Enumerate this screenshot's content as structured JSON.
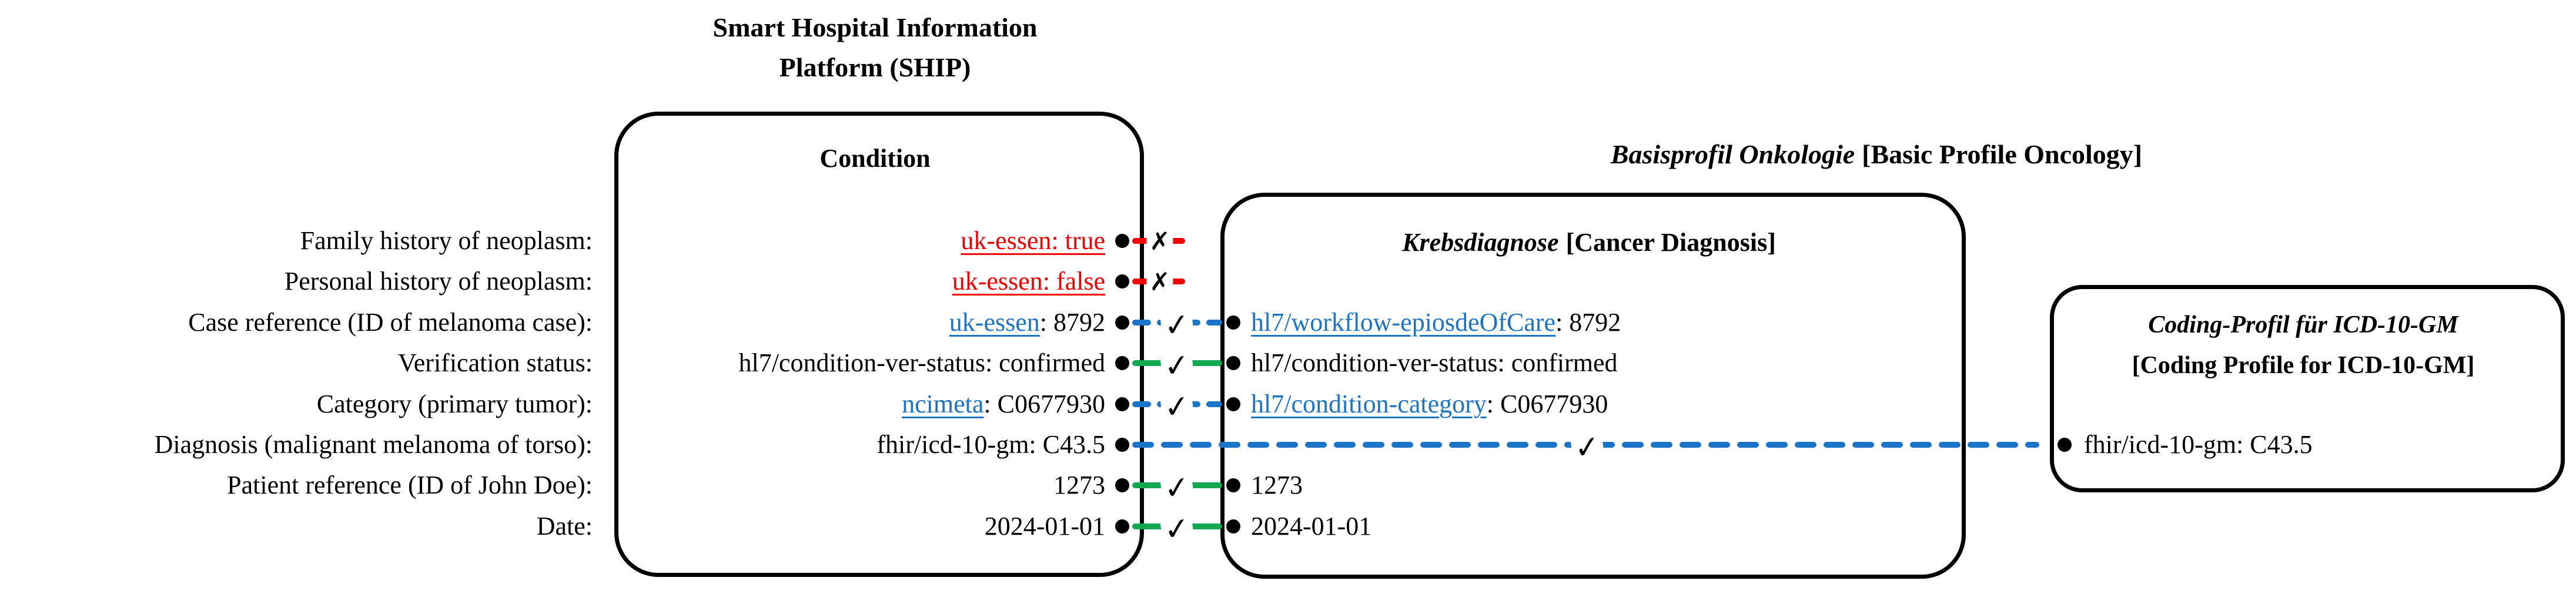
{
  "titles": {
    "ship": {
      "line1": "Smart Hospital Information",
      "line2": "Platform (SHIP)"
    },
    "basisprofil": {
      "de": "Basisprofil Onkologie",
      "en": "[Basic Profile Oncology]"
    }
  },
  "boxes": {
    "ship": {
      "header": "Condition"
    },
    "krebs": {
      "header_de": "Krebsdiagnose",
      "header_en": "[Cancer Diagnosis]"
    },
    "coding": {
      "title_de": "Coding-Profil für ICD-10-GM",
      "title_en": "[Coding Profile for ICD-10-GM]"
    }
  },
  "colors": {
    "red": "#F40000",
    "green": "#12A84F",
    "blue": "#1B74C8",
    "black": "#000000"
  },
  "rows": [
    {
      "label": "Family history of neoplasm:",
      "ship": {
        "link": "uk-essen: true",
        "rest": ""
      },
      "connector": {
        "color": "red",
        "style": "dashed",
        "mark": "✗",
        "meaning": "no mapping"
      },
      "target": null
    },
    {
      "label": "Personal history of neoplasm:",
      "ship": {
        "link": "uk-essen: false",
        "rest": ""
      },
      "connector": {
        "color": "red",
        "style": "dashed",
        "mark": "✗",
        "meaning": "no mapping"
      },
      "target": null
    },
    {
      "label": "Case reference (ID of melanoma case):",
      "ship": {
        "link": "uk-essen",
        "rest": ": 8792"
      },
      "connector": {
        "color": "blue",
        "style": "dashed",
        "mark": "✓",
        "meaning": "mapped"
      },
      "target": {
        "box": "krebs",
        "link": "hl7/workflow-epiosdeOfCare",
        "rest": ": 8792"
      }
    },
    {
      "label": "Verification status:",
      "ship": {
        "link": "",
        "rest": "hl7/condition-ver-status: confirmed"
      },
      "connector": {
        "color": "green",
        "style": "solid",
        "mark": "✓",
        "meaning": "identical"
      },
      "target": {
        "box": "krebs",
        "link": "",
        "rest": "hl7/condition-ver-status: confirmed"
      }
    },
    {
      "label": "Category (primary tumor):",
      "ship": {
        "link": "ncimeta",
        "rest": ": C0677930"
      },
      "connector": {
        "color": "blue",
        "style": "dashed",
        "mark": "✓",
        "meaning": "mapped"
      },
      "target": {
        "box": "krebs",
        "link": "hl7/condition-category",
        "rest": ": C0677930"
      }
    },
    {
      "label": "Diagnosis (malignant melanoma of torso):",
      "ship": {
        "link": "",
        "rest": "fhir/icd-10-gm: C43.5"
      },
      "connector": {
        "color": "blue",
        "style": "dashed",
        "mark": "✓",
        "meaning": "mapped"
      },
      "target": {
        "box": "coding",
        "link": "",
        "rest": "fhir/icd-10-gm: C43.5"
      }
    },
    {
      "label": "Patient reference (ID of John Doe):",
      "ship": {
        "link": "",
        "rest": "1273"
      },
      "connector": {
        "color": "green",
        "style": "solid",
        "mark": "✓",
        "meaning": "identical"
      },
      "target": {
        "box": "krebs",
        "link": "",
        "rest": "1273"
      }
    },
    {
      "label": "Date:",
      "ship": {
        "link": "",
        "rest": "2024-01-01"
      },
      "connector": {
        "color": "green",
        "style": "solid",
        "mark": "✓",
        "meaning": "identical"
      },
      "target": {
        "box": "krebs",
        "link": "",
        "rest": "2024-01-01"
      }
    }
  ]
}
